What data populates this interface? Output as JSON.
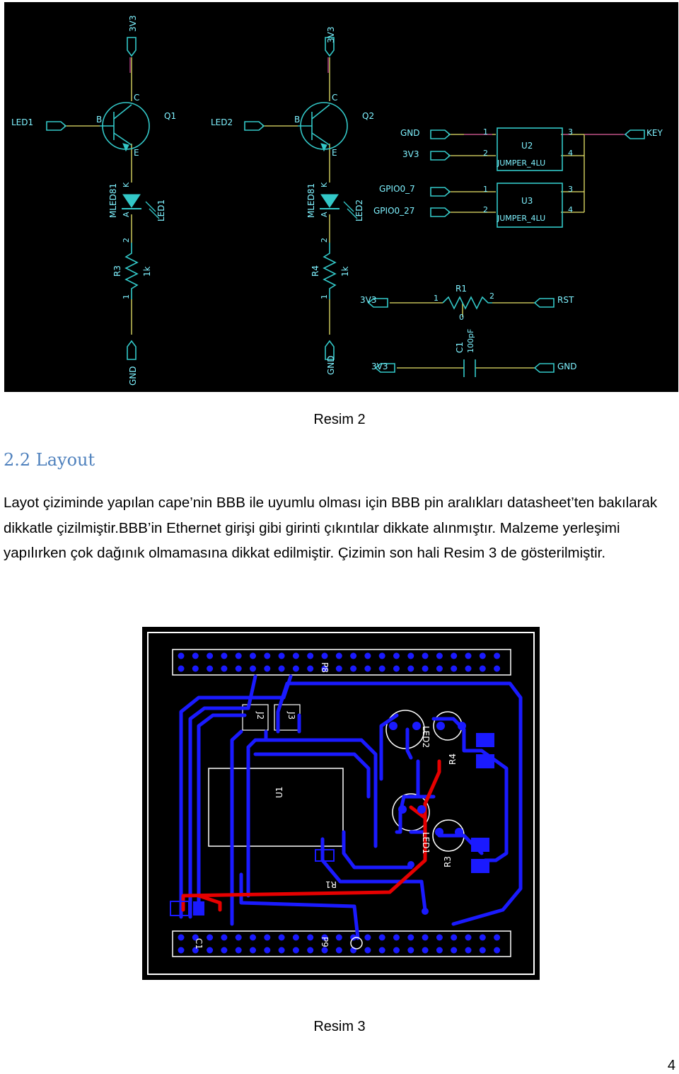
{
  "schematic": {
    "net_labels": [
      "3V3",
      "3V3",
      "LED1",
      "LED2",
      "GND",
      "3V3",
      "GPIO0_7",
      "GPIO0_27",
      "KEY",
      "3V3",
      "RST",
      "3V3",
      "GND",
      "GND",
      "GND"
    ],
    "components": {
      "q1": "Q1",
      "q2": "Q2",
      "pin_b": "B",
      "pin_c": "C",
      "pin_e": "E",
      "pin_k": "K",
      "pin_a": "A",
      "mled1": "MLED81",
      "mled2": "MLED81",
      "led1": "LED1",
      "led2": "LED2",
      "r3": "R3",
      "r4": "R4",
      "r_val": "1k",
      "pin1": "1",
      "pin2": "2",
      "pin3": "3",
      "pin4": "4",
      "u2": "U2",
      "u3": "U3",
      "jumper": "JUMPER_4LU",
      "r1": "R1",
      "r1_val": "0",
      "c1": "C1",
      "c1_val": "100pF"
    }
  },
  "captions": {
    "resim2": "Resim 2",
    "resim3": "Resim 3"
  },
  "heading": "2.2 Layout",
  "paragraph": "Layot çiziminde yapılan cape’nin BBB ile uyumlu olması için BBB pin aralıkları datasheet’ten bakılarak dikkatle çizilmiştir.BBB’in Ethernet girişi gibi girinti çıkıntılar dikkate alınmıştır. Malzeme yerleşimi yapılırken çok dağınık olmamasına dikkat edilmiştir. Çizimin son hali Resim 3 de gösterilmiştir.",
  "pcb": {
    "labels": [
      "P8",
      "P9",
      "U1",
      "R1",
      "R3",
      "R4",
      "LED1",
      "LED2",
      "J2",
      "J3",
      "C1"
    ]
  },
  "page_number": "4",
  "colors": {
    "wire": "#e8e36a",
    "component": "#33c8c8",
    "label": "#7ff2ff",
    "trace_blue": "#1a1aff",
    "trace_red": "#e60000",
    "heading": "#4f81bd"
  }
}
